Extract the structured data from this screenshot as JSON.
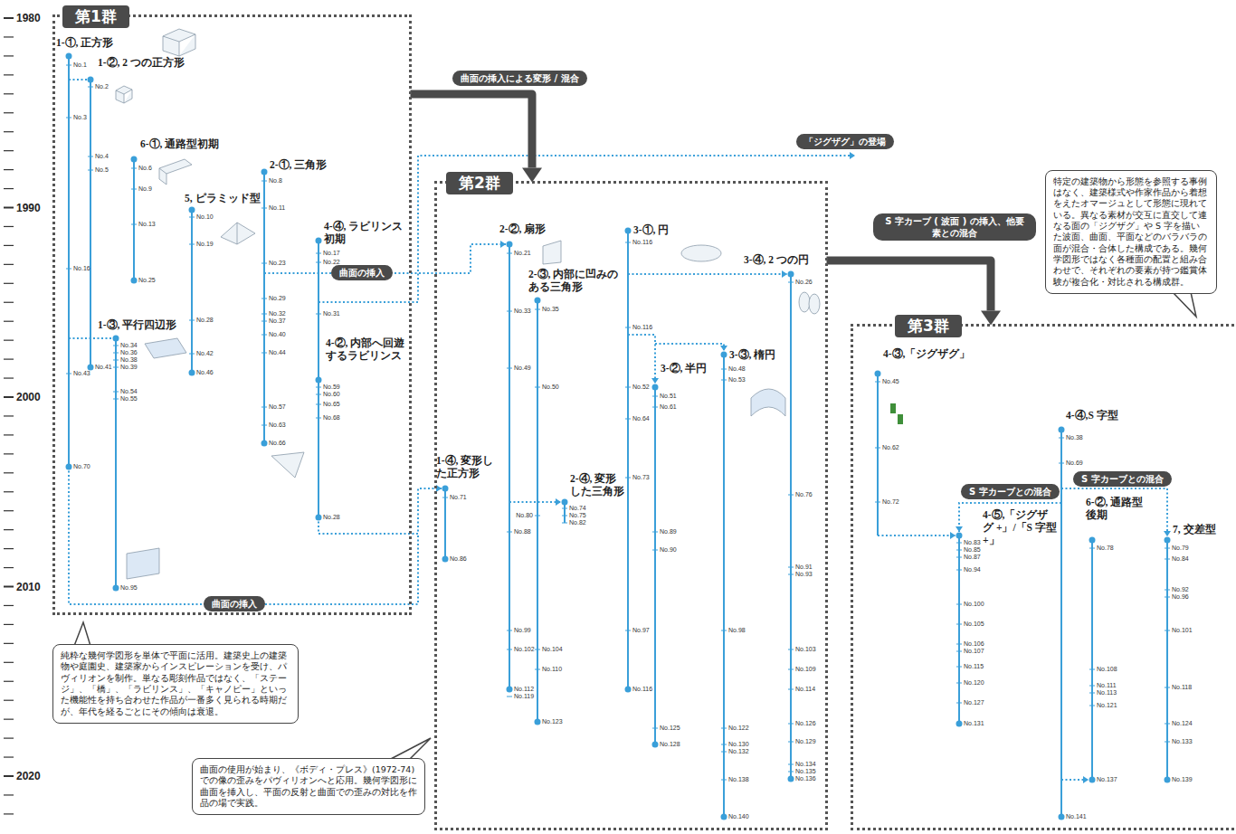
{
  "diagram": {
    "nodes": [
      {
        "text": [
          "第1群"
        ]
      },
      {
        "text": [
          "曲面の挿入"
        ],
        "in": 0
      },
      {
        "text": [
          "曲面の挿入"
        ],
        "in": 0
      },
      {
        "text": [
          "曲面の挿入による変形 / 混合"
        ]
      },
      {
        "text": [
          "「ジグザグ」の登場"
        ]
      },
      {
        "text": [
          "第2群"
        ]
      },
      {
        "text": [
          "S 字カーブ ( 波面 ) の挿入、他要素との混合"
        ]
      },
      {
        "text": [
          "特定の建築物から形態を参照する事例はなく、建築様式や作家作品から着想をえたオマージュとして形態に現れている。異なる素材が交互に直交して連なる面の「ジグザグ」や S 字を描いた波面、曲面、平面などのバラバラの面が混合・合体した構成である。幾何学図形ではなく各種面の配置と組み合わせで、それぞれの要素が持つ鑑賞体験が複合化・対比される構成群。"
        ]
      },
      {
        "text": [
          "第3群"
        ]
      },
      {
        "text": [
          "S 字カーブとの混合"
        ],
        "in": 8
      },
      {
        "text": [
          "S 字カーブとの混合"
        ],
        "in": 8
      },
      {
        "text": [
          "純粋な幾何学図形を単体で平面に活用。建築史上の建築物や庭園史、建築家からインスピレーションを受け、パヴィリオンを制作。単なる彫刻作品ではなく、「ステージ」、「橋」、「ラビリンス」、「キャノピー」といった機能性を持ち合わせた作品が一番多く見られる時期だが、年代を経るごとにその傾向は衰退。"
        ]
      },
      {
        "text": [
          "曲面の使用が始まり、《ボディ・プレス》(1972-74) での像の歪みをパヴィリオンへと応用。幾何学図形に曲面を挿入し、平面の反射と曲面での歪みの対比を作品の場で実践。"
        ]
      }
    ],
    "edges": [
      {
        "from": 0,
        "to": 5,
        "arrow": "to"
      },
      {
        "from": 5,
        "to": 8,
        "arrow": "to"
      }
    ],
    "labels": [
      "1980",
      "1990",
      "2000",
      "2010",
      "2020",
      "1-①, 正方形",
      "No.1",
      "No.3",
      "No.16",
      "No.43",
      "No.70",
      "1-②, 2 つの正方形",
      "No.2",
      "No.4",
      "No.5",
      "No.41",
      "6-①, 通路型初期",
      "No.6",
      "No.9",
      "No.13",
      "No.25",
      "5, ピラミッド型",
      "No.10",
      "No.19",
      "No.28",
      "No.42",
      "No.46",
      "2-①, 三角形",
      "No.8",
      "No.11",
      "No.23",
      "No.29",
      "No.32",
      "No.37",
      "No.40",
      "No.44",
      "No.57",
      "No.63",
      "No.66",
      "4-④, ラビリンス初期",
      "No.17",
      "No.22",
      "No.31",
      "4-②, 内部へ回遊するラビリンス",
      "No.59",
      "No.60",
      "No.65",
      "No.68",
      "No.28",
      "1-③, 平行四辺形",
      "No.34",
      "No.36",
      "No.38",
      "No.39",
      "No.54",
      "No.55",
      "No.95",
      "2-②, 扇形",
      "No.21",
      "No.33",
      "No.49",
      "No.88",
      "No.99",
      "No.102",
      "No.112",
      "No.119",
      "2-③, 内部に凹みのある三角形",
      "No.35",
      "No.50",
      "No.80",
      "No.104",
      "No.110",
      "No.123",
      "2-④, 変形した三角形",
      "No.74",
      "No.75",
      "No.82",
      "3-①, 円",
      "No.116",
      "No.116",
      "No.52",
      "No.64",
      "No.73",
      "No.97",
      "No.116",
      "3-②, 半円",
      "No.51",
      "No.61",
      "No.89",
      "No.90",
      "No.125",
      "No.128",
      "3-③, 楕円",
      "No.48",
      "No.53",
      "No.98",
      "No.122",
      "No.130",
      "No.132",
      "No.138",
      "No.140",
      "3-④, 2 つの円",
      "No.26",
      "No.76",
      "No.91",
      "No.93",
      "No.103",
      "No.109",
      "No.114",
      "No.126",
      "No.129",
      "No.134",
      "No.135",
      "No.136",
      "1-④, 変形した正方形",
      "No.71",
      "No.86",
      "4-③,「ジグザグ」",
      "No.45",
      "No.62",
      "No.72",
      "4-④,S 字型",
      "No.38",
      "No.69",
      "No.141",
      "4-⑤,「ジグザグ +」/「S 字型+」",
      "No.83",
      "No.85",
      "No.87",
      "No.94",
      "No.100",
      "No.105",
      "No.106",
      "No.107",
      "No.115",
      "No.120",
      "No.127",
      "No.131",
      "6-②, 通路型後期",
      "No.78",
      "No.108",
      "No.111",
      "No.113",
      "No.121",
      "No.137",
      "7, 交差型",
      "No.79",
      "No.84",
      "No.92",
      "No.96",
      "No.101",
      "No.118",
      "No.124",
      "No.133",
      "No.139"
    ]
  }
}
